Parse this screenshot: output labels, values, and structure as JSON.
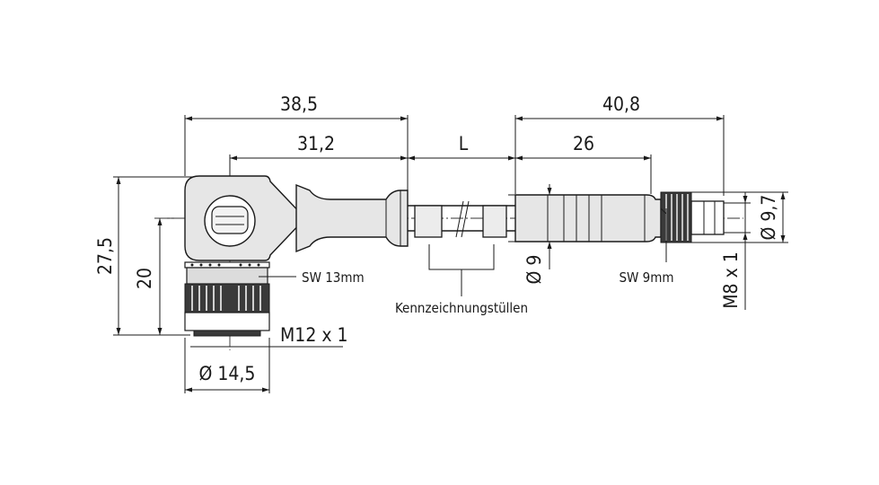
{
  "dimensions": {
    "left_overall": "38,5",
    "left_body": "31,2",
    "cable_length": "L",
    "right_overall": "40,8",
    "right_body": "26",
    "height_total": "27,5",
    "height_axis": "20",
    "dia_female_nut": "Ø 14,5",
    "dia_cable_sleeve": "Ø 9",
    "dia_male_nut": "Ø 9,7"
  },
  "labels": {
    "sw_female": "SW 13mm",
    "sw_male": "SW 9mm",
    "thread_female": "M12 x 1",
    "thread_male": "M8 x 1",
    "marker_sleeves": "Kennzeichnungstüllen"
  },
  "colors": {
    "line": "#1a1a1a",
    "body_fill": "#e6e6e6",
    "dark_fill": "#3a3a3a"
  }
}
